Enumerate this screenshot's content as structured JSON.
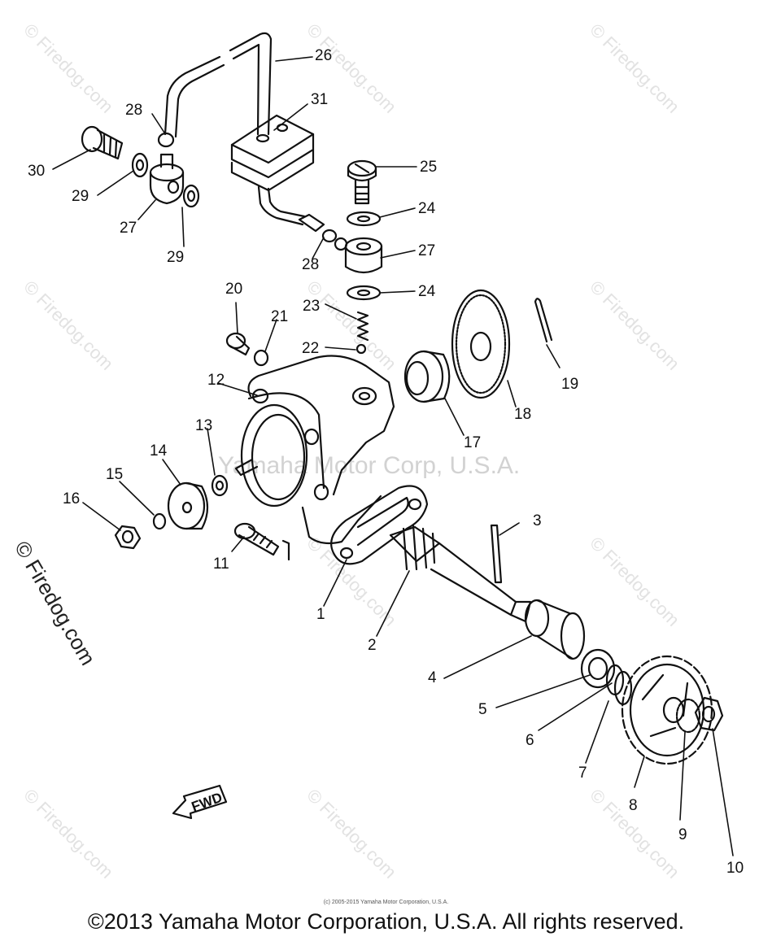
{
  "watermark": {
    "site_text": "© Firedog.com"
  },
  "center_watermark": "Yamaha Motor Corp, U.S.A.",
  "side_watermark": "© Firedog.com",
  "fine_print": "(c) 2005-2015 Yamaha Motor Corporation, U.S.A.",
  "footer_text": "©2013 Yamaha Motor Corporation, U.S.A. All rights reserved.",
  "fwd_label": "FWD",
  "callouts": [
    {
      "id": "c26",
      "text": "26"
    },
    {
      "id": "c31",
      "text": "31"
    },
    {
      "id": "c28a",
      "text": "28"
    },
    {
      "id": "c30",
      "text": "30"
    },
    {
      "id": "c29a",
      "text": "29"
    },
    {
      "id": "c27a",
      "text": "27"
    },
    {
      "id": "c29b",
      "text": "29"
    },
    {
      "id": "c25",
      "text": "25"
    },
    {
      "id": "c24a",
      "text": "24"
    },
    {
      "id": "c27b",
      "text": "27"
    },
    {
      "id": "c28b",
      "text": "28"
    },
    {
      "id": "c24b",
      "text": "24"
    },
    {
      "id": "c23",
      "text": "23"
    },
    {
      "id": "c20",
      "text": "20"
    },
    {
      "id": "c21",
      "text": "21"
    },
    {
      "id": "c22",
      "text": "22"
    },
    {
      "id": "c19",
      "text": "19"
    },
    {
      "id": "c12",
      "text": "12"
    },
    {
      "id": "c18",
      "text": "18"
    },
    {
      "id": "c17",
      "text": "17"
    },
    {
      "id": "c13",
      "text": "13"
    },
    {
      "id": "c14",
      "text": "14"
    },
    {
      "id": "c15",
      "text": "15"
    },
    {
      "id": "c16",
      "text": "16"
    },
    {
      "id": "c3",
      "text": "3"
    },
    {
      "id": "c11",
      "text": "11"
    },
    {
      "id": "c1",
      "text": "1"
    },
    {
      "id": "c2",
      "text": "2"
    },
    {
      "id": "c4",
      "text": "4"
    },
    {
      "id": "c5",
      "text": "5"
    },
    {
      "id": "c6",
      "text": "6"
    },
    {
      "id": "c7",
      "text": "7"
    },
    {
      "id": "c8",
      "text": "8"
    },
    {
      "id": "c9",
      "text": "9"
    },
    {
      "id": "c10",
      "text": "10"
    }
  ]
}
